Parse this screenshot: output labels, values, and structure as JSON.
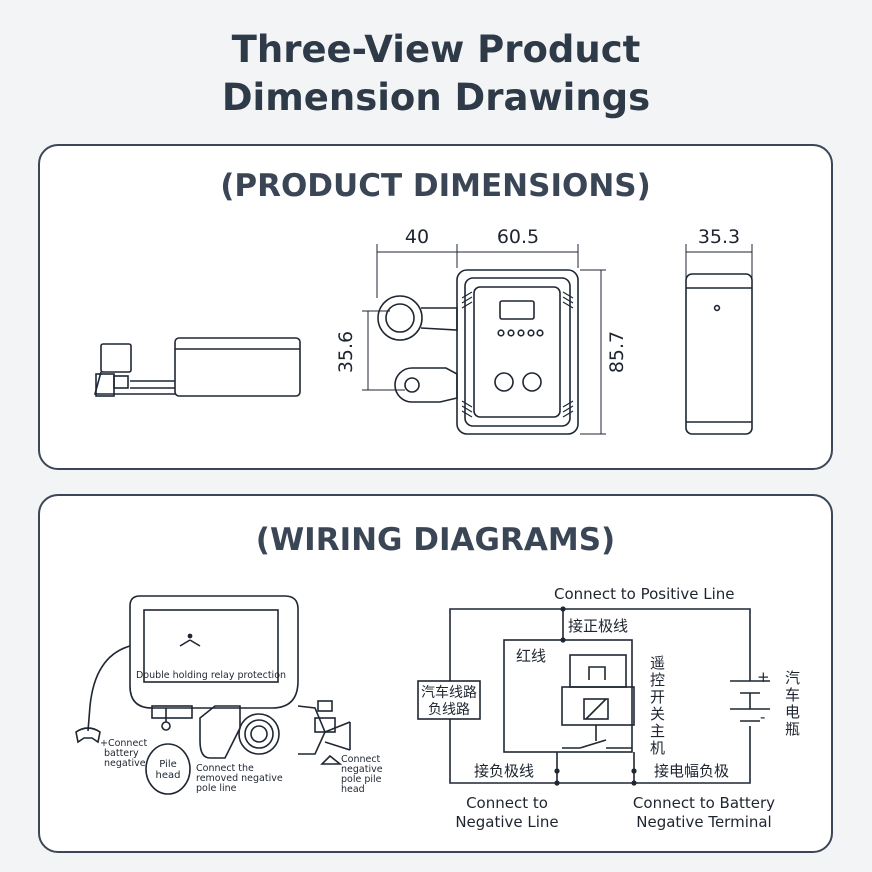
{
  "title_line1": "Three-View Product",
  "title_line2": "Dimension Drawings",
  "dimensions": {
    "heading": "(PRODUCT DIMENSIONS)",
    "dim_40": "40",
    "dim_60_5": "60.5",
    "dim_35_3": "35.3",
    "dim_35_6": "35.6",
    "dim_85_7": "85.7"
  },
  "wiring": {
    "heading": "(WIRING DIAGRAMS)",
    "left": {
      "relay_label": "Double holding relay protection",
      "conn_batt_neg_1": "+Connect",
      "conn_batt_neg_2": "battery",
      "conn_batt_neg_3": "negative",
      "pile_head_1": "Pile",
      "pile_head_2": "head",
      "removed_1": "Connect the",
      "removed_2": "removed negative",
      "removed_3": "pole line",
      "neg_pole_1": "Connect",
      "neg_pole_2": "negative",
      "neg_pole_3": "pole pile",
      "neg_pole_4": "head"
    },
    "right": {
      "positive_line": "Connect to Positive Line",
      "cn_pos": "接正极线",
      "cn_red": "红线",
      "cn_remote_1": "遥",
      "cn_remote_2": "控",
      "cn_remote_3": "开",
      "cn_remote_4": "关",
      "cn_remote_5": "主",
      "cn_remote_6": "机",
      "cn_car_line_1": "汽车线路",
      "cn_car_line_2": "负线路",
      "cn_battery_1": "汽",
      "cn_battery_2": "车",
      "cn_battery_3": "电",
      "cn_battery_4": "瓶",
      "plus": "+",
      "minus": "-",
      "cn_neg": "接负极线",
      "cn_batt_neg": "接电幅负极",
      "neg_line_1": "Connect to",
      "neg_line_2": "Negative Line",
      "batt_term_1": "Connect to Battery",
      "batt_term_2": "Negative Terminal"
    }
  }
}
